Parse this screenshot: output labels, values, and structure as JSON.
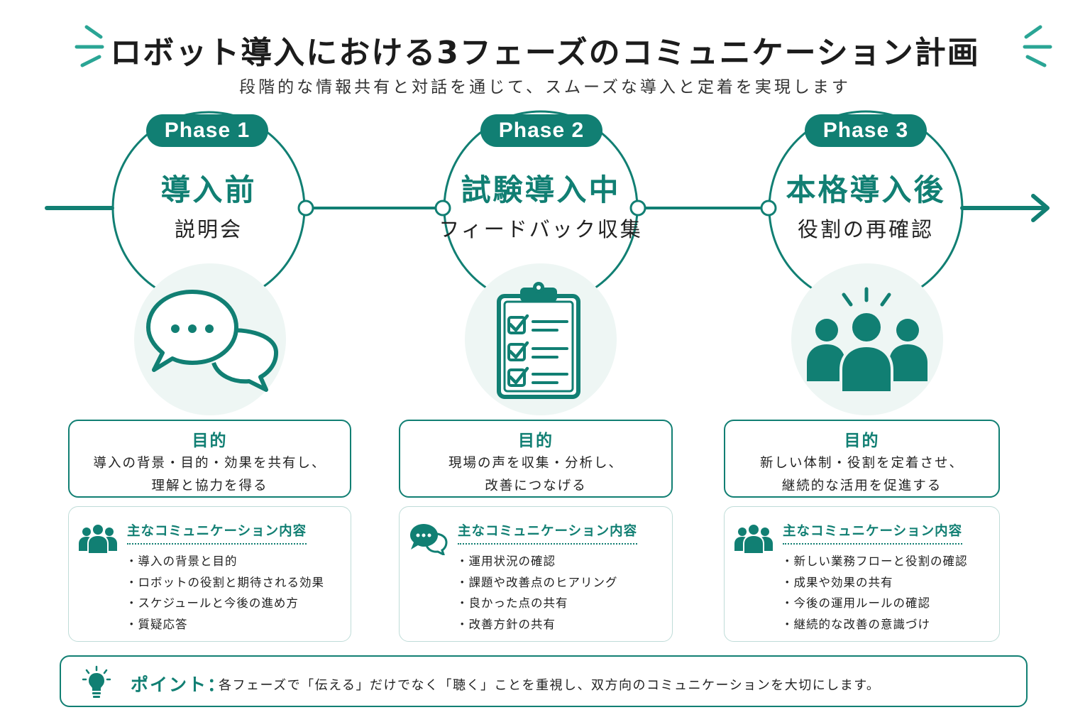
{
  "header": {
    "title": "ロボット導入における3フェーズのコミュニケーション計画",
    "subtitle": "段階的な情報共有と対話を通じて、スムーズな導入と定着を実現します"
  },
  "phases": [
    {
      "badge": "Phase 1",
      "main": "導入前",
      "sub": "説明会",
      "icon": "speech-bubbles-icon",
      "purpose_title": "目的",
      "purpose_lines": [
        "導入の背景・目的・効果を共有し、",
        "理解と協力を得る"
      ],
      "comm_icon": "people-group-icon",
      "comm_title": "主なコミュニケーション内容",
      "items": [
        "導入の背景と目的",
        "ロボットの役割と期待される効果",
        "スケジュールと今後の進め方",
        "質疑応答"
      ]
    },
    {
      "badge": "Phase 2",
      "main": "試験導入中",
      "sub": "フィードバック収集",
      "icon": "clipboard-checklist-icon",
      "purpose_title": "目的",
      "purpose_lines": [
        "現場の声を収集・分析し、",
        "改善につなげる"
      ],
      "comm_icon": "speech-bubbles-icon",
      "comm_title": "主なコミュニケーション内容",
      "items": [
        "運用状況の確認",
        "課題や改善点のヒアリング",
        "良かった点の共有",
        "改善方針の共有"
      ]
    },
    {
      "badge": "Phase 3",
      "main": "本格導入後",
      "sub": "役割の再確認",
      "icon": "team-icon",
      "purpose_title": "目的",
      "purpose_lines": [
        "新しい体制・役割を定着させ、",
        "継続的な活用を促進する"
      ],
      "comm_icon": "people-group-icon",
      "comm_title": "主なコミュニケーション内容",
      "items": [
        "新しい業務フローと役割の確認",
        "成果や効果の共有",
        "今後の運用ルールの確認",
        "継続的な改善の意識づけ"
      ]
    }
  ],
  "point": {
    "label": "ポイント：",
    "text": "各フェーズで「伝える」だけでなく「聴く」ことを重視し、双方向のコミュニケーションを大切にします。",
    "icon": "lightbulb-icon"
  },
  "colors": {
    "accent": "#117f73",
    "light_bg": "#eef6f4",
    "border_light": "#bfdcd8"
  }
}
